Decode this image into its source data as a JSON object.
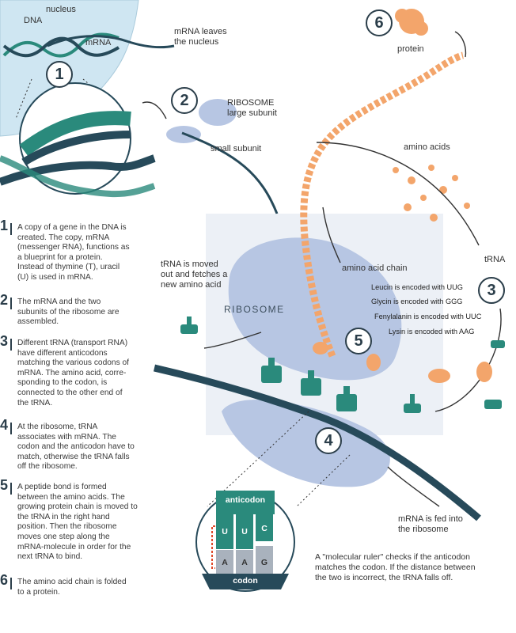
{
  "labels": {
    "nucleus": "nucleus",
    "dna": "DNA",
    "mrna": "mRNA",
    "mrna_leaves": "mRNA leaves\nthe nucleus",
    "ribosome_large": "RIBOSOME\nlarge subunit",
    "small_subunit": "small subunit",
    "amino_acids": "amino acids",
    "protein": "protein",
    "trna": "tRNA",
    "trna_moved": "tRNA is moved\nout and fetches a\nnew amino acid",
    "amino_acid_chain": "amino acid chain",
    "ribosome": "RIBOSOME",
    "mrna_fed": "mRNA is fed into\nthe ribosome",
    "molecular_ruler": "A \"molecular ruler\" checks if the anticodon\nmatches the codon. If the distance between\nthe two is incorrect, the tRNA falls off.",
    "anticodon": "anticodon",
    "codon": "codon"
  },
  "encodings": [
    "Leucin is encoded with UUG",
    "Glycin is encoded with GGG",
    "Fenylalanin is encoded with UUC",
    "Lysin is encoded with AAG"
  ],
  "step_markers": [
    "1",
    "2",
    "3",
    "4",
    "5",
    "6"
  ],
  "steps": [
    {
      "num": "1",
      "text": "A copy of a gene in the DNA is\ncreated. The copy, mRNA\n(messenger RNA), functions as\na blueprint for a protein.\nInstead of thymine (T), uracil\n(U) is used in mRNA."
    },
    {
      "num": "2",
      "text": "The mRNA and the two\nsubunits of the ribosome are\nassembled."
    },
    {
      "num": "3",
      "text": "Different tRNA (transport RNA)\nhave different anticodons\nmatching the various codons of\nmRNA. The amino acid, corre-\nsponding to the codon, is\nconnected to the other end of\nthe tRNA."
    },
    {
      "num": "4",
      "text": "At the ribosome, tRNA\nassociates with mRNA. The\ncodon and the anticodon have to\nmatch, otherwise the tRNA falls\noff the ribosome."
    },
    {
      "num": "5",
      "text": "A peptide bond is formed\nbetween the amino acids. The\ngrowing protein chain is moved to\nthe tRNA in the right hand\nposition. Then the ribosome\nmoves one step along the\nmRNA-molecule in order for the\nnext tRNA to bind."
    },
    {
      "num": "6",
      "text": "The amino acid chain is folded\nto a protein."
    }
  ],
  "zoom_letters": {
    "anticodon": [
      "U",
      "U",
      "C"
    ],
    "codon": [
      "A",
      "A",
      "G"
    ]
  },
  "colors": {
    "nucleus": "#cfe6f2",
    "dark_strand": "#274a5a",
    "teal": "#2a8a7c",
    "orange": "#f3a56b",
    "ribosome": "#b7c6e3",
    "ruler": "#e04a2a"
  }
}
